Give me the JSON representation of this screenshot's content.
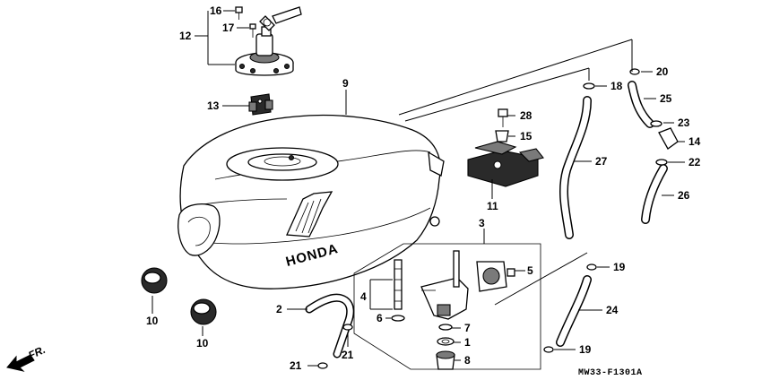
{
  "diagram": {
    "drawing_code": "MW33-F1301A",
    "front_indicator": "FR.",
    "emblem_text": "HONDA",
    "callouts": [
      {
        "id": "c1",
        "label": "1"
      },
      {
        "id": "c2",
        "label": "2"
      },
      {
        "id": "c3",
        "label": "3"
      },
      {
        "id": "c4",
        "label": "4"
      },
      {
        "id": "c5",
        "label": "5"
      },
      {
        "id": "c6",
        "label": "6"
      },
      {
        "id": "c7",
        "label": "7"
      },
      {
        "id": "c8",
        "label": "8"
      },
      {
        "id": "c9",
        "label": "9"
      },
      {
        "id": "c10a",
        "label": "10"
      },
      {
        "id": "c10b",
        "label": "10"
      },
      {
        "id": "c11",
        "label": "11"
      },
      {
        "id": "c12",
        "label": "12"
      },
      {
        "id": "c13",
        "label": "13"
      },
      {
        "id": "c14",
        "label": "14"
      },
      {
        "id": "c15",
        "label": "15"
      },
      {
        "id": "c16",
        "label": "16"
      },
      {
        "id": "c17",
        "label": "17"
      },
      {
        "id": "c18",
        "label": "18"
      },
      {
        "id": "c19a",
        "label": "19"
      },
      {
        "id": "c19b",
        "label": "19"
      },
      {
        "id": "c20",
        "label": "20"
      },
      {
        "id": "c21a",
        "label": "21"
      },
      {
        "id": "c21b",
        "label": "21"
      },
      {
        "id": "c22",
        "label": "22"
      },
      {
        "id": "c23",
        "label": "23"
      },
      {
        "id": "c24",
        "label": "24"
      },
      {
        "id": "c25",
        "label": "25"
      },
      {
        "id": "c26",
        "label": "26"
      },
      {
        "id": "c27",
        "label": "27"
      },
      {
        "id": "c28",
        "label": "28"
      }
    ]
  }
}
